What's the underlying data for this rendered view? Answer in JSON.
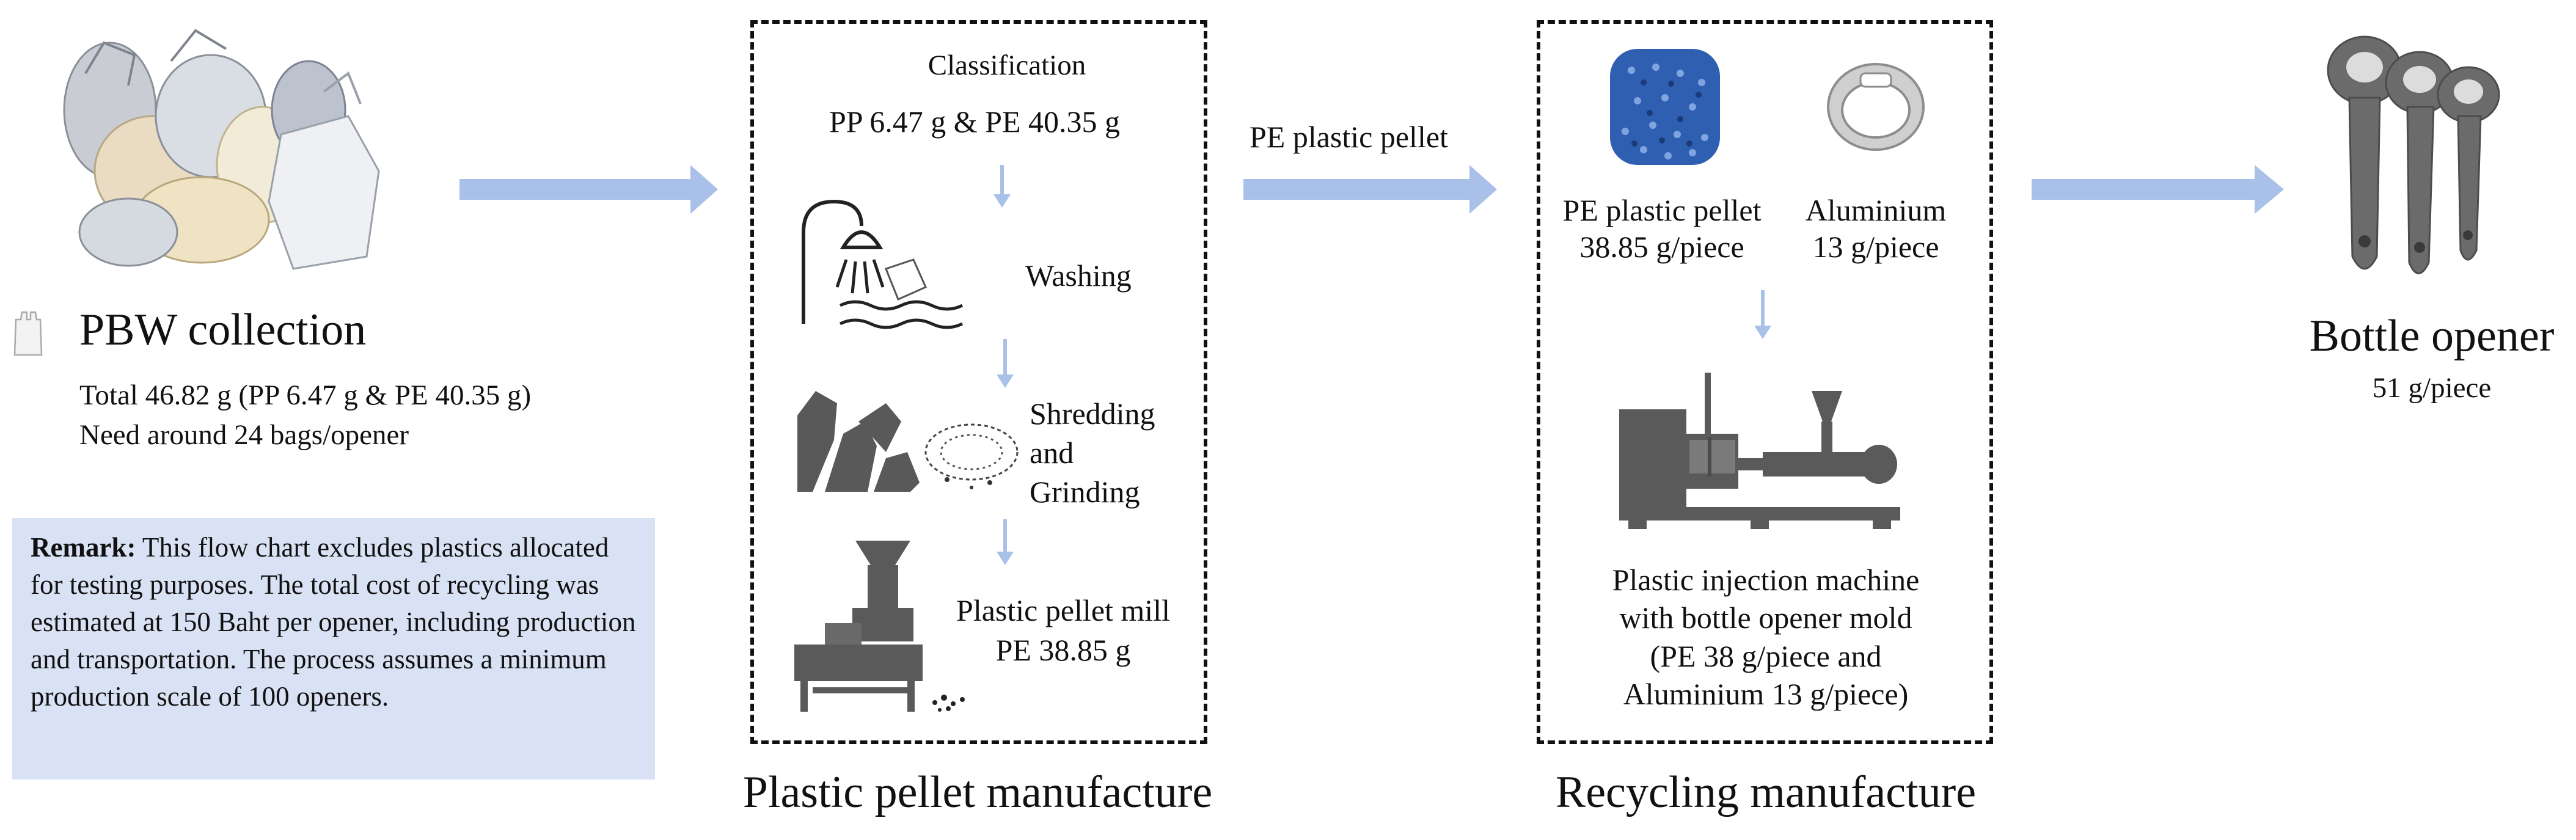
{
  "collection": {
    "title": "PBW collection",
    "total": "Total 46.82 g (PP 6.47 g & PE 40.35 g)",
    "bags": "Need around 24 bags/opener"
  },
  "remark": {
    "label": "Remark:",
    "text": "This flow chart excludes plastics allocated for testing purposes. The total cost of recycling was estimated at 150 Baht per opener, including production and transportation. The process assumes a minimum production scale of 100 openers."
  },
  "pellet_manufacture": {
    "classification_title": "Classification",
    "classification_values": "PP 6.47 g & PE 40.35 g",
    "washing": "Washing",
    "shredding_line1": "Shredding",
    "shredding_line2": "and",
    "shredding_line3": "Grinding",
    "mill_line1": "Plastic pellet mill",
    "mill_line2": "PE 38.85 g",
    "caption": "Plastic pellet manufacture"
  },
  "transfer_label": "PE plastic pellet",
  "recycling_manufacture": {
    "pellet_line1": "PE plastic pellet",
    "pellet_line2": "38.85 g/piece",
    "aluminium_line1": "Aluminium",
    "aluminium_line2": "13 g/piece",
    "machine_line1": "Plastic injection machine",
    "machine_line2": "with bottle opener mold",
    "machine_line3": "(PE 38 g/piece and",
    "machine_line4": "Aluminium 13 g/piece)",
    "caption": "Recycling manufacture"
  },
  "product": {
    "title": "Bottle opener",
    "weight": "51 g/piece"
  },
  "colors": {
    "arrow": "#a9c1e8",
    "remark_bg": "#d8e2f4",
    "icon_dark": "#5a5a5a",
    "pellet_blue": "#2f5fb0"
  }
}
